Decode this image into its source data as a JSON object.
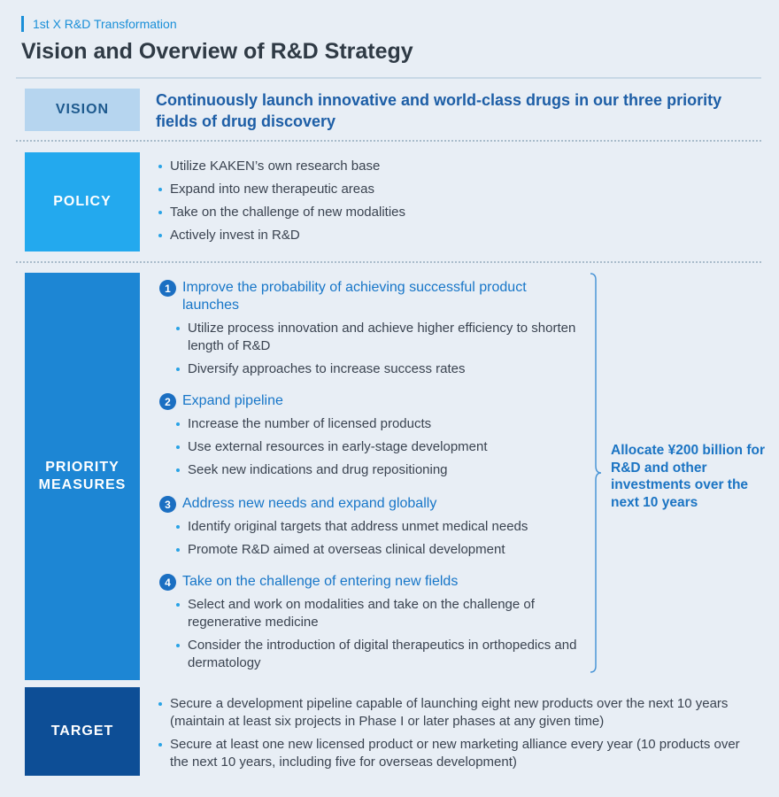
{
  "header": {
    "kicker": "1st X R&D Transformation",
    "title": "Vision and Overview of R&D Strategy"
  },
  "vision": {
    "label": "VISION",
    "text": "Continuously launch innovative and world-class drugs in our three priority fields of drug discovery"
  },
  "policy": {
    "label": "POLICY",
    "items": [
      "Utilize KAKEN’s own research base",
      "Expand into new therapeutic areas",
      "Take on the challenge of new modalities",
      "Actively invest in R&D"
    ]
  },
  "priority": {
    "label_line1": "PRIORITY",
    "label_line2": "MEASURES",
    "measures": [
      {
        "num": "1",
        "title": "Improve the probability of achieving successful product launches",
        "items": [
          "Utilize process innovation and achieve higher efficiency to shorten length of R&D",
          "Diversify approaches to increase success rates"
        ]
      },
      {
        "num": "2",
        "title": "Expand pipeline",
        "items": [
          "Increase the number of licensed products",
          "Use external resources in early-stage development",
          "Seek new indications and drug repositioning"
        ]
      },
      {
        "num": "3",
        "title": "Address new needs and expand globally",
        "items": [
          "Identify original targets that address unmet medical needs",
          "Promote R&D aimed at overseas clinical development"
        ]
      },
      {
        "num": "4",
        "title": "Take on the challenge of entering new fields",
        "items": [
          "Select and work on modalities and take on the challenge of regenerative medicine",
          "Consider the introduction of digital therapeutics in orthopedics and dermatology"
        ]
      }
    ],
    "allocate": "Allocate ¥200 billion for R&D and other investments over the next 10 years"
  },
  "target": {
    "label": "TARGET",
    "items": [
      "Secure a development pipeline capable of launching eight new products over the next 10 years (maintain at least six projects in Phase I or later phases at any given time)",
      "Secure at least one new licensed product or new marketing alliance every year (10 products over the next 10 years, including five for overseas development)"
    ]
  },
  "colors": {
    "background": "#e8eef5",
    "vision_box": "#b6d5ef",
    "policy_box": "#23a9ee",
    "priority_box": "#1d86d4",
    "target_box": "#0d4e96",
    "accent_text": "#1776c8"
  }
}
